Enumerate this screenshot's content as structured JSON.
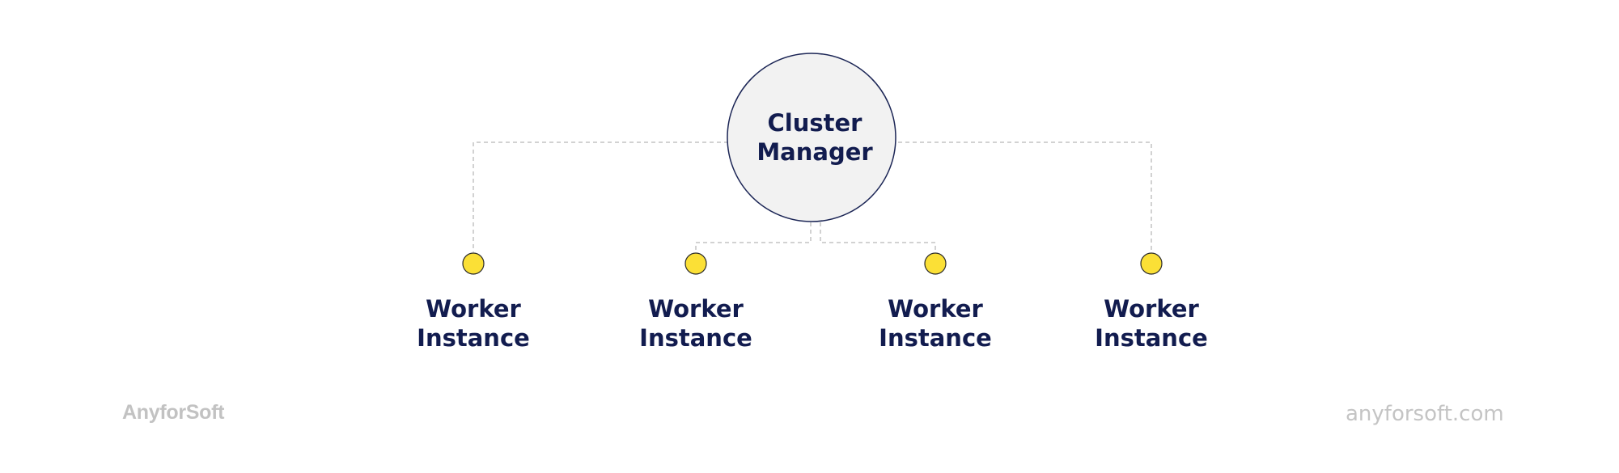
{
  "diagram": {
    "manager": {
      "line1": "Cluster",
      "line2": "Manager",
      "fill": "#f2f2f2",
      "stroke": "#1b2555"
    },
    "workers": [
      {
        "line1": "Worker",
        "line2": "Instance"
      },
      {
        "line1": "Worker",
        "line2": "Instance"
      },
      {
        "line1": "Worker",
        "line2": "Instance"
      },
      {
        "line1": "Worker",
        "line2": "Instance"
      }
    ],
    "worker_dot_color": "#fbe036",
    "connector_color": "#c4c4c4",
    "text_color": "#121c4f"
  },
  "branding": {
    "logo_text": "AnyforSoft",
    "site": "anyforsoft.com"
  }
}
